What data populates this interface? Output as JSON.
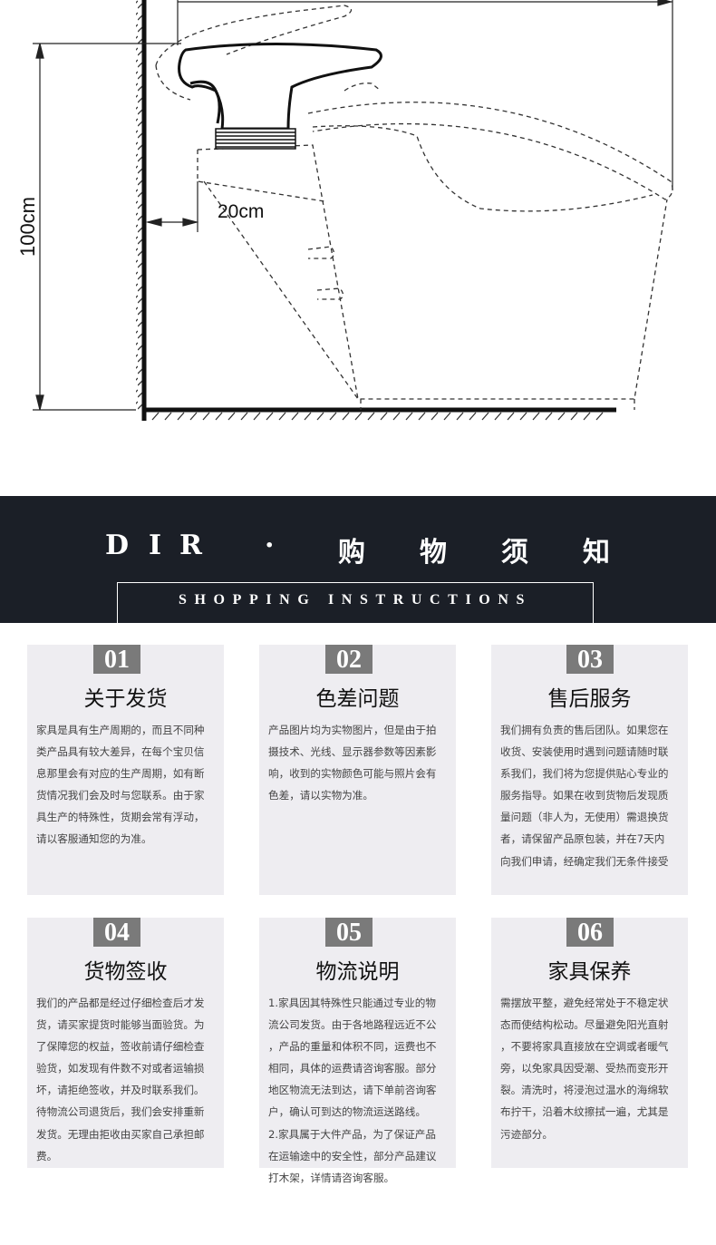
{
  "diagram": {
    "height_label": "100cm",
    "gap_label": "20cm"
  },
  "banner": {
    "title_chars": [
      "D",
      "I",
      "R",
      "·",
      "购",
      "物",
      "须",
      "知"
    ],
    "subtitle": "SHOPPING INSTRUCTIONS"
  },
  "cards": [
    {
      "num": "01",
      "title": "关于发货",
      "text": "家具是具有生产周期的，而且不同种\n类产品具有较大差异，在每个宝贝信\n息那里会有对应的生产周期，如有断\n货情况我们会及时与您联系。由于家\n具生产的特殊性，货期会常有浮动，\n请以客服通知您的为准。"
    },
    {
      "num": "02",
      "title": "色差问题",
      "text": "产品图片均为实物图片，但是由于拍\n摄技术、光线、显示器参数等因素影\n响，收到的实物颜色可能与照片会有\n色差，请以实物为准。"
    },
    {
      "num": "03",
      "title": "售后服务",
      "text": "我们拥有负责的售后团队。如果您在\n收货、安装使用时遇到问题请随时联\n系我们，我们将为您提供贴心专业的\n服务指导。如果在收到货物后发现质\n量问题（非人为，无使用）需退换货\n者，请保留产品原包装，并在7天内\n向我们申请，经确定我们无条件接受"
    },
    {
      "num": "04",
      "title": "货物签收",
      "text": "我们的产品都是经过仔细检查后才发\n货，请买家提货时能够当面验货。为\n了保障您的权益，签收前请仔细检查\n验货，如发现有件数不对或者运输损\n坏，请拒绝签收，并及时联系我们。\n待物流公司退货后，我们会安排重新\n发货。无理由拒收由买家自己承担邮\n费。"
    },
    {
      "num": "05",
      "title": "物流说明",
      "text": "1.家具因其特殊性只能通过专业的物\n流公司发货。由于各地路程远近不公\n，产品的重量和体积不同，运费也不\n相同，具体的运费请咨询客服。部分\n地区物流无法到达，请下单前咨询客\n户，确认可到达的物流运送路线。\n2.家具属于大件产品，为了保证产品\n在运输途中的安全性，部分产品建议\n打木架，详情请咨询客服。"
    },
    {
      "num": "06",
      "title": "家具保养",
      "text": "需摆放平整，避免经常处于不稳定状\n态而使结构松动。尽量避免阳光直射\n，不要将家具直接放在空调或者暖气\n旁，以免家具因受潮、受热而变形开\n裂。清洗时，将浸泡过温水的海绵软\n布拧干，沿着木纹擦拭一遍，尤其是\n污迹部分。"
    }
  ]
}
